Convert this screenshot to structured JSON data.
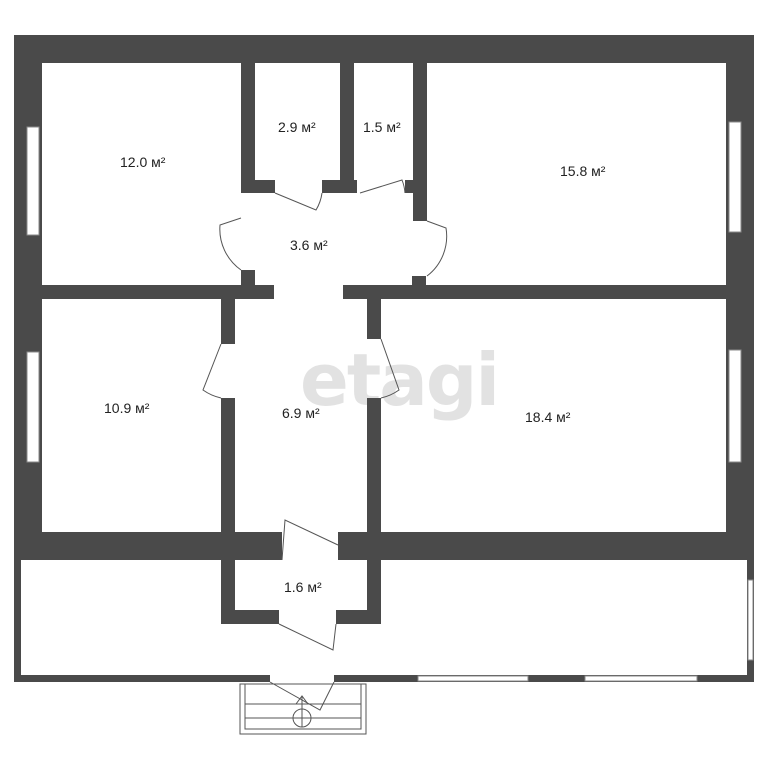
{
  "watermark": "etagi",
  "colors": {
    "wall": "#4a4a4a",
    "background": "#ffffff",
    "watermark": "#e2e2e2"
  },
  "rooms": [
    {
      "id": "room-12",
      "label": "12.0 м²"
    },
    {
      "id": "room-2-9",
      "label": "2.9 м²"
    },
    {
      "id": "room-1-5",
      "label": "1.5 м²"
    },
    {
      "id": "room-15-8",
      "label": "15.8 м²"
    },
    {
      "id": "room-3-6",
      "label": "3.6 м²"
    },
    {
      "id": "room-10-9",
      "label": "10.9 м²"
    },
    {
      "id": "room-6-9",
      "label": "6.9 м²"
    },
    {
      "id": "room-18-4",
      "label": "18.4 м²"
    },
    {
      "id": "room-1-6",
      "label": "1.6 м²"
    }
  ]
}
